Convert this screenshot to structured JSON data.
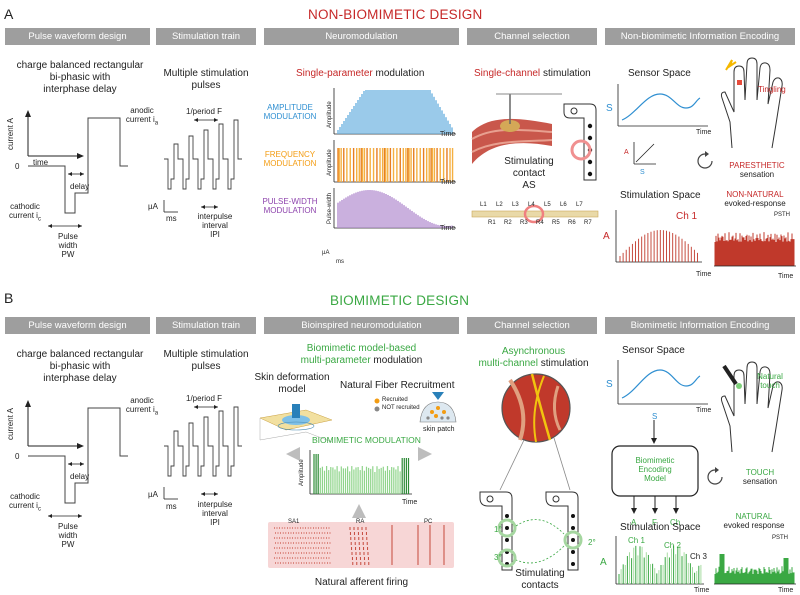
{
  "section_a": {
    "letter": "A",
    "title": "NON-BIOMIMETIC DESIGN",
    "headers": [
      "Pulse waveform design",
      "Stimulation train",
      "Neuromodulation",
      "Channel selection",
      "Non-biomimetic Information Encoding"
    ],
    "pulse": {
      "desc": [
        "charge balanced rectangular",
        "bi-phasic with",
        "interphase delay"
      ],
      "current_axis": "current A",
      "time": "time",
      "zero": "0",
      "anodic": [
        "anodic",
        "current i",
        "a"
      ],
      "delay": "delay",
      "cathodic": [
        "cathodic",
        "current i",
        "c"
      ],
      "pulse_width": [
        "Pulse",
        "width",
        "PW"
      ]
    },
    "train": {
      "desc": [
        "Multiple stimulation",
        "pulses"
      ],
      "period": "1/period F",
      "ua": "µA",
      "ms": "ms",
      "ipi": [
        "interpulse",
        "interval",
        "IPI"
      ]
    },
    "neuro": {
      "subtitle_colored": "Single-parameter",
      "subtitle_rest": " modulation",
      "amp_mod": [
        "AMPLITUDE",
        "MODULATION"
      ],
      "freq_mod": [
        "FREQUENCY",
        "MODULATION"
      ],
      "pw_mod": [
        "PULSE-WIDTH",
        "MODULATION"
      ],
      "amp_axis": "Amplitude",
      "pw_axis": "Pulse-width",
      "time": "Time",
      "ua": "µA",
      "ms": "ms"
    },
    "channel": {
      "subtitle_colored": "Single-channel",
      "subtitle_rest": " stimulation",
      "contact": [
        "Stimulating",
        "contact",
        "AS"
      ],
      "electrode_top": [
        "L1",
        "L2",
        "L3",
        "L4",
        "L5",
        "L6",
        "L7"
      ],
      "electrode_bottom": [
        "R1",
        "R2",
        "R3",
        "R4",
        "R5",
        "R6",
        "R7"
      ]
    },
    "encoding": {
      "sensor_space": "Sensor Space",
      "s": "S",
      "a": "A",
      "time": "Time",
      "tingling": "Tingling",
      "paresthetic": "PARESTHETIC",
      "sensation": "sensation",
      "stim_space": "Stimulation Space",
      "ch1": "Ch 1",
      "non_natural": "NON-NATURAL",
      "evoked": "evoked-response",
      "psth": "PSTH"
    }
  },
  "section_b": {
    "letter": "B",
    "title": "BIOMIMETIC DESIGN",
    "headers": [
      "Pulse waveform design",
      "Stimulation train",
      "Bioinspired neuromodulation",
      "Channel selection",
      "Biomimetic Information Encoding"
    ],
    "neuro": {
      "subtitle_line1": "Biomimetic model-based",
      "subtitle_colored": "multi-parameter",
      "subtitle_rest": " modulation",
      "skin_model": [
        "Skin deformation",
        "model"
      ],
      "fiber": "Natural Fiber Recruitment",
      "recruited": "Recruited",
      "not_recruited": "NOT recruited",
      "skin_patch": "skin patch",
      "bio_mod": "BIOMIMETIC MODULATION",
      "amp_axis": "Amplitude",
      "time": "Time",
      "sa1": "SA1",
      "ra": "RA",
      "pc": "PC",
      "afferent": "Natural afferent firing"
    },
    "channel": {
      "subtitle_colored": [
        "Asynchronous",
        "multi-channel"
      ],
      "subtitle_rest": " stimulation",
      "first": "1°",
      "second": "2°",
      "third": "3°",
      "contacts": [
        "Stimulating",
        "contacts"
      ]
    },
    "encoding": {
      "sensor_space": "Sensor Space",
      "s": "S",
      "time": "Time",
      "natural_touch": [
        "Natural",
        "touch"
      ],
      "model": [
        "Biomimetic",
        "Encoding",
        "Model"
      ],
      "outputs": [
        "A",
        "F",
        "Ch"
      ],
      "touch": "TOUCH",
      "sensation": "sensation",
      "stim_space": "Stimulation Space",
      "ch1": "Ch 1",
      "ch2": "Ch 2",
      "ch3": "Ch 3",
      "natural": "NATURAL",
      "evoked": "evoked response",
      "psth": "PSTH"
    }
  },
  "colors": {
    "red": "#c62828",
    "green": "#3aa843",
    "blue": "#2f8fd1",
    "orange": "#f39c12",
    "purple": "#8e44ad",
    "header_gray": "#9e9e9e"
  }
}
